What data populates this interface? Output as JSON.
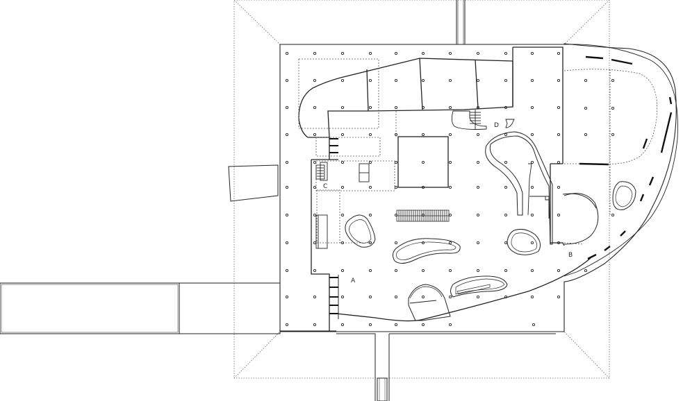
{
  "drawing": {
    "labels": {
      "a": "A",
      "b": "B",
      "c": "C",
      "d": "D"
    },
    "line_color": "#222222",
    "hidden_line_color": "#555555",
    "background": "#ffffff"
  }
}
